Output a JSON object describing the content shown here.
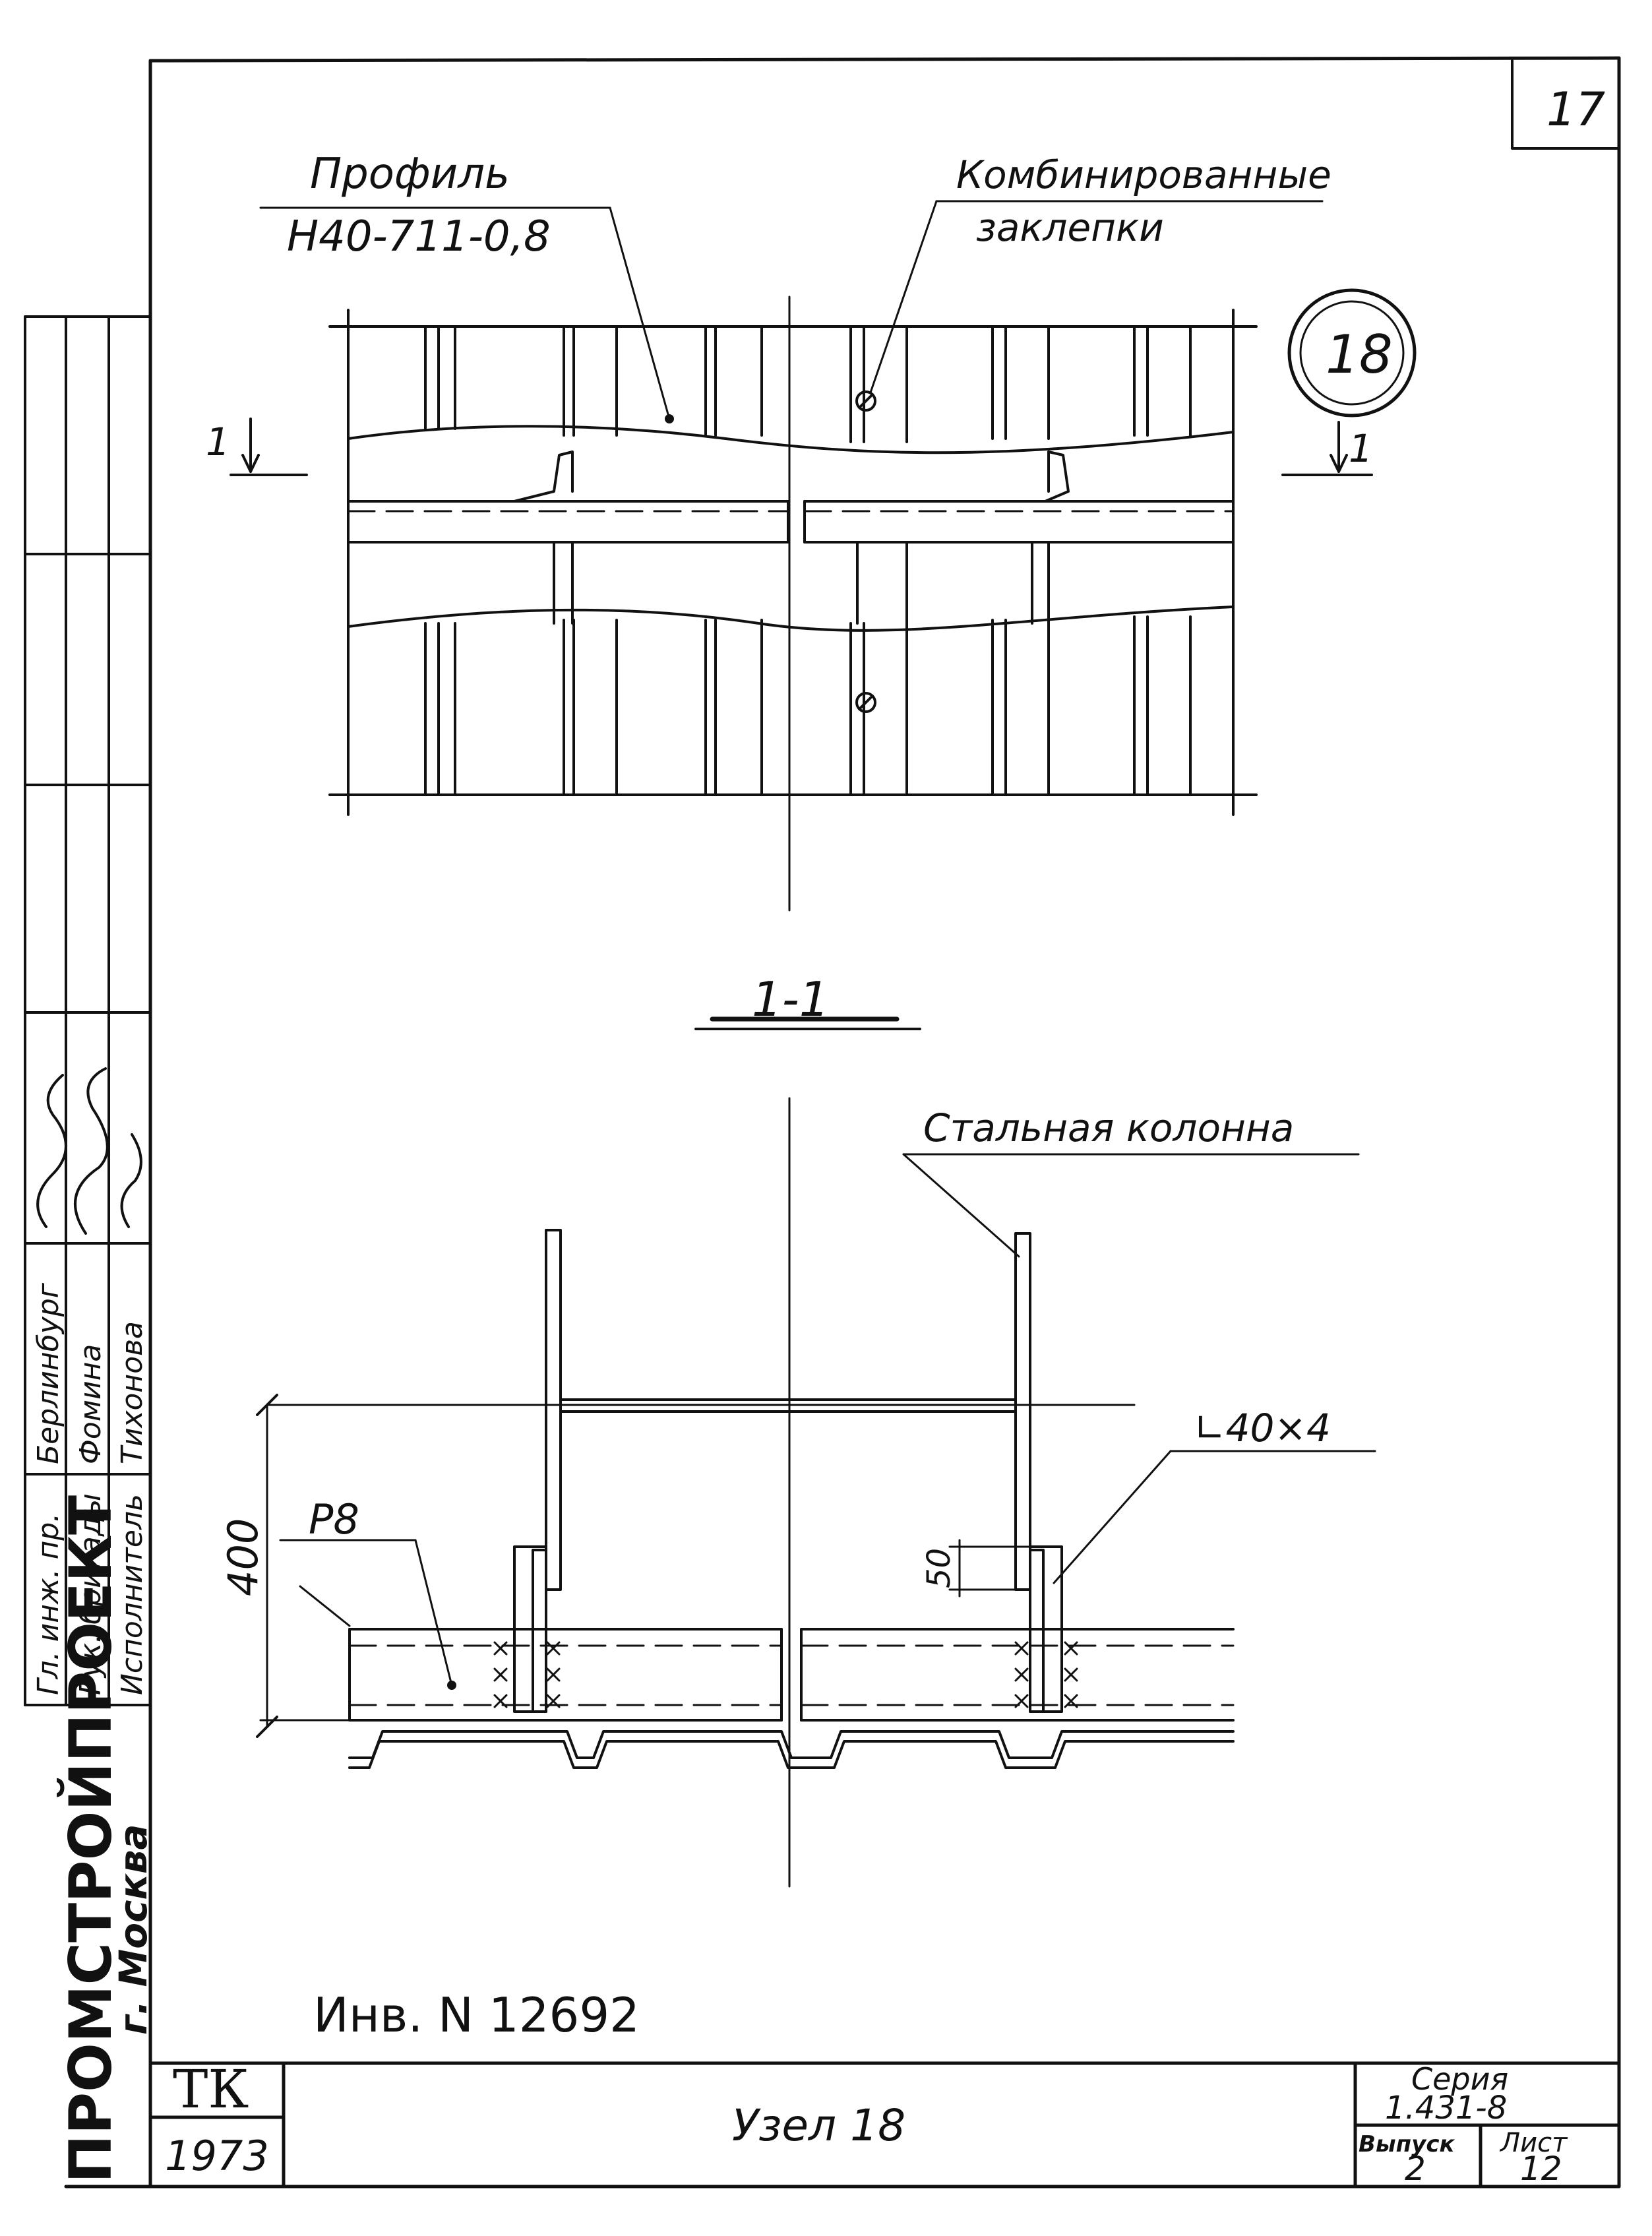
{
  "sheet_number": "17",
  "labels": {
    "profile_line1": "Профиль",
    "profile_line2": "Н40-711-0,8",
    "rivets_line1": "Комбинированные",
    "rivets_line2": "заклепки",
    "node_marker": "18",
    "section_mark_left": "1",
    "section_mark_right": "1",
    "section_title": "1-1",
    "steel_column": "Стальная колонна",
    "angle_size": "∟40×4",
    "dimension_400": "400",
    "dimension_50": "50",
    "beam_mark": "Р8"
  },
  "inventory": "Инв. N 12692",
  "title_block": {
    "org_code": "ТК",
    "year": "1973",
    "drawing_title": "Узел 18",
    "series_label": "Серия",
    "series_value": "1.431-8",
    "issue_label": "Выпуск",
    "issue_value": "2",
    "sheet_label": "Лист",
    "sheet_value": "12"
  },
  "side_stamp": {
    "organization": "ПРОМСТРОЙПРОЕКТ",
    "city": "г. Москва",
    "roles": [
      "Гл. инж. пр.",
      "Рук. бригады",
      "Исполнитель"
    ],
    "names": [
      "Берлинбург",
      "Фомина",
      "Тихонова"
    ]
  }
}
